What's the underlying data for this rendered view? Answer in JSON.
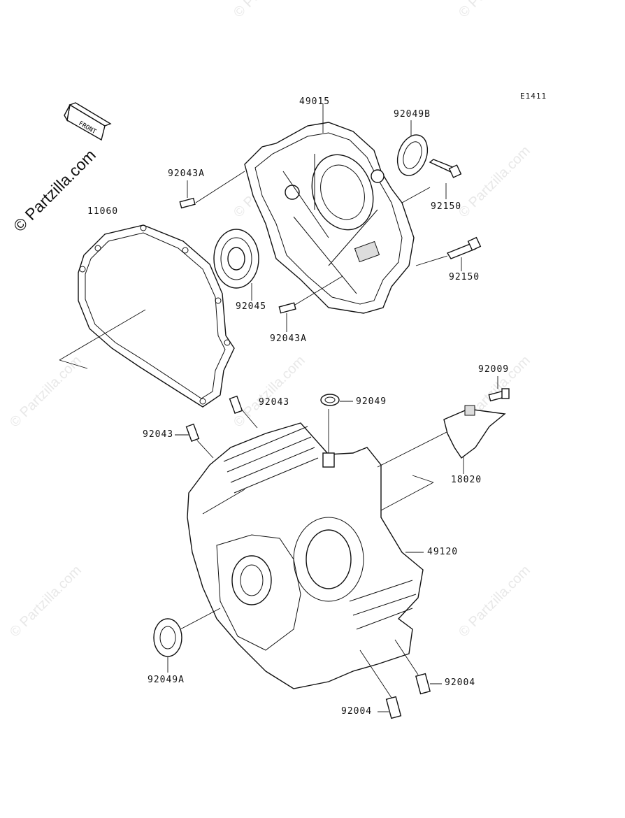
{
  "diagram": {
    "code": "E1411",
    "watermark_main": "© Partzilla.com",
    "watermark_repeat": "© Partzilla.com",
    "front_arrow_text": "FRONT"
  },
  "parts": [
    {
      "id": "p49015",
      "number": "49015"
    },
    {
      "id": "p92049B",
      "number": "92049B"
    },
    {
      "id": "p92043A_top",
      "number": "92043A"
    },
    {
      "id": "p92150_top",
      "number": "92150"
    },
    {
      "id": "p11060",
      "number": "11060"
    },
    {
      "id": "p92045",
      "number": "92045"
    },
    {
      "id": "p92150_bot",
      "number": "92150"
    },
    {
      "id": "p92043A_bot",
      "number": "92043A"
    },
    {
      "id": "p92009",
      "number": "92009"
    },
    {
      "id": "p92043_a",
      "number": "92043"
    },
    {
      "id": "p92049",
      "number": "92049"
    },
    {
      "id": "p92043_b",
      "number": "92043"
    },
    {
      "id": "p18020",
      "number": "18020"
    },
    {
      "id": "p49120",
      "number": "49120"
    },
    {
      "id": "p92049A",
      "number": "92049A"
    },
    {
      "id": "p92004_r",
      "number": "92004"
    },
    {
      "id": "p92004_l",
      "number": "92004"
    }
  ]
}
